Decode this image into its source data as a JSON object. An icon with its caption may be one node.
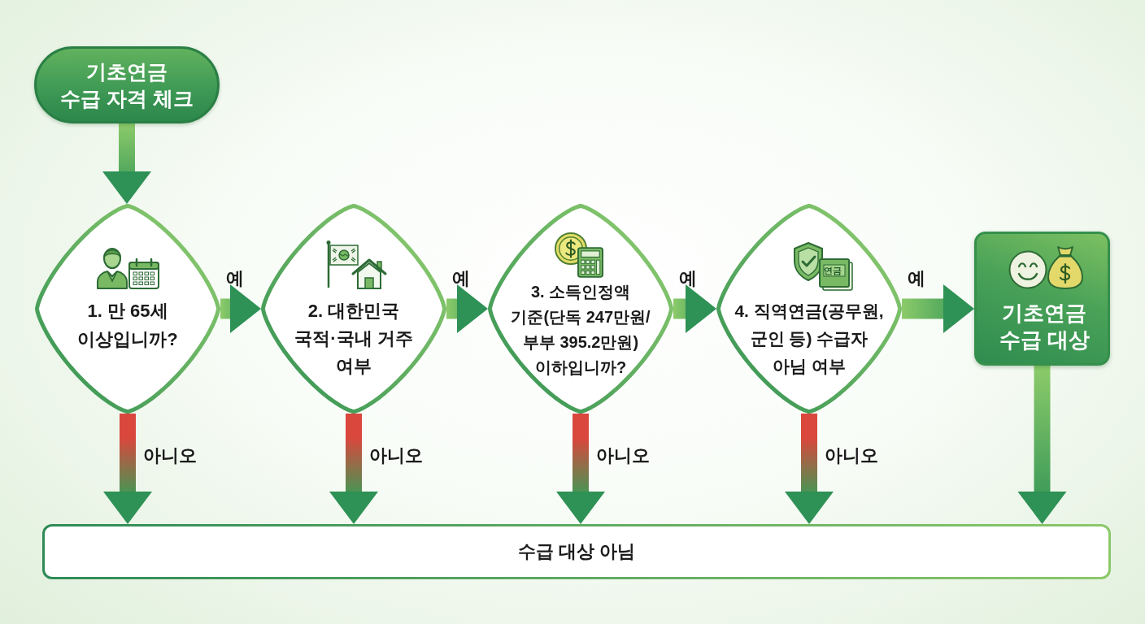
{
  "diagram": {
    "nodes": [
      {
        "text": [
          "기초연금 수급 자격 체크"
        ]
      },
      {
        "text": [
          "1. 만 65세 이상입니까?"
        ]
      },
      {
        "text": [
          "2. 대한민국 국적·국내 거주 여부"
        ]
      },
      {
        "text": [
          "3. 소득인정액 기준(단독 247만원/ 부부 395.2만원) 이하입니까?"
        ]
      },
      {
        "text": [
          "4. 직역연금(공무원, 군인 등) 수급자 아님 여부"
        ]
      },
      {
        "text": [
          "기초연금 수급 대상"
        ]
      },
      {
        "text": [
          "수급 대상 아님"
        ]
      }
    ],
    "edges": [
      {
        "from": 0,
        "to": 1,
        "arrow": "to"
      },
      {
        "from": 1,
        "to": 2,
        "arrow": "to",
        "label": "예"
      },
      {
        "from": 2,
        "to": 3,
        "arrow": "to",
        "label": "예"
      },
      {
        "from": 3,
        "to": 4,
        "arrow": "to",
        "label": "예"
      },
      {
        "from": 4,
        "to": 5,
        "arrow": "to",
        "label": "예"
      },
      {
        "from": 1,
        "to": 6,
        "arrow": "to",
        "label": "아니오",
        "color": "#d9473d"
      },
      {
        "from": 2,
        "to": 6,
        "arrow": "to",
        "label": "아니오",
        "color": "#d9473d"
      },
      {
        "from": 3,
        "to": 6,
        "arrow": "to",
        "label": "아니오",
        "color": "#d9473d"
      },
      {
        "from": 4,
        "to": 6,
        "arrow": "to",
        "label": "아니오",
        "color": "#d9473d"
      },
      {
        "from": 5,
        "to": 6,
        "arrow": "to"
      }
    ],
    "labels": [
      "연금"
    ]
  }
}
